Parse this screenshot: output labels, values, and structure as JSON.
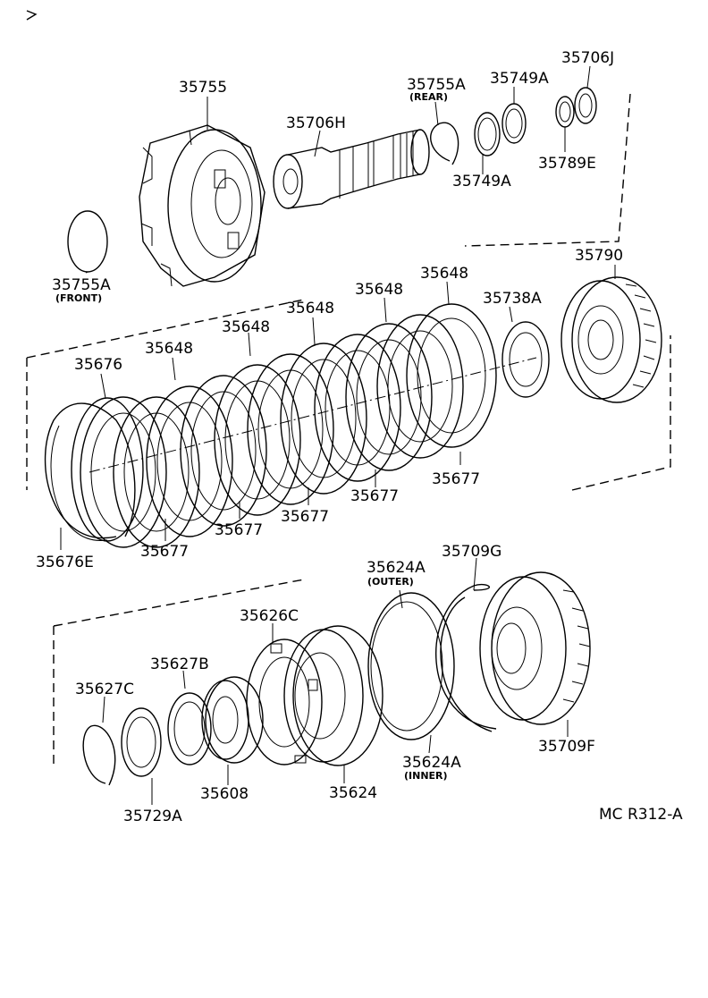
{
  "diagram_code": "MC R312-A",
  "upper_group": {
    "labels": [
      "35755",
      "35755A",
      "35706H",
      "35755A",
      "35749A",
      "35706J",
      "35749A",
      "35789E"
    ],
    "front_note": "(FRONT)",
    "rear_note": "(REAR)"
  },
  "middle_group": {
    "labels": [
      "35790",
      "35648",
      "35648",
      "35738A",
      "35648",
      "35648",
      "35648",
      "35676",
      "35677",
      "35677",
      "35677",
      "35677",
      "35677",
      "35676E"
    ]
  },
  "lower_group": {
    "labels": [
      "35709G",
      "35624A",
      "35626C",
      "35627B",
      "35627C",
      "35624A",
      "35709F",
      "35608",
      "35624",
      "35729A"
    ],
    "outer_note": "(OUTER)",
    "inner_note": "(INNER)"
  }
}
